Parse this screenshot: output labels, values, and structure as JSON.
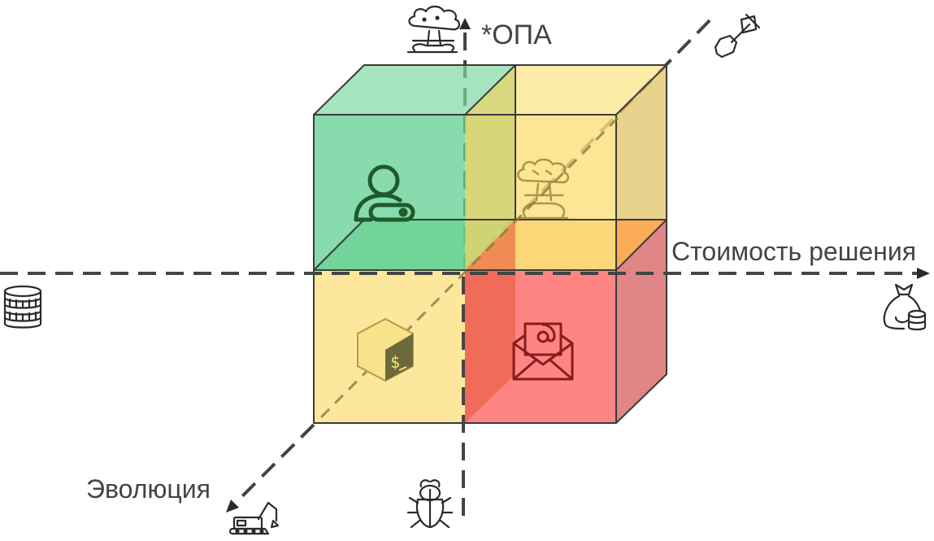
{
  "axes": {
    "vertical": {
      "label": "*ОПА",
      "top_icon": "nuclear-explosion-icon",
      "bottom_icon": "bug-icon"
    },
    "horizontal": {
      "label": "Стоимость решения",
      "left_icon": "coins-stack-icon",
      "right_icon": "money-bag-icon"
    },
    "depth": {
      "label": "Эволюция",
      "far_icon": "shovel-icon",
      "near_icon": "excavator-icon"
    }
  },
  "cells": [
    {
      "name": "top-left-cell",
      "color": "#3cc07a",
      "icon": "user-key-icon"
    },
    {
      "name": "top-right-cell",
      "color": "#f8d84a",
      "icon": "nuclear-explosion-icon"
    },
    {
      "name": "bottom-left-cell",
      "color": "#f8d84a",
      "icon": "shell-script-icon"
    },
    {
      "name": "bottom-right-cell",
      "color": "#ff4444",
      "icon": "email-icon"
    }
  ]
}
